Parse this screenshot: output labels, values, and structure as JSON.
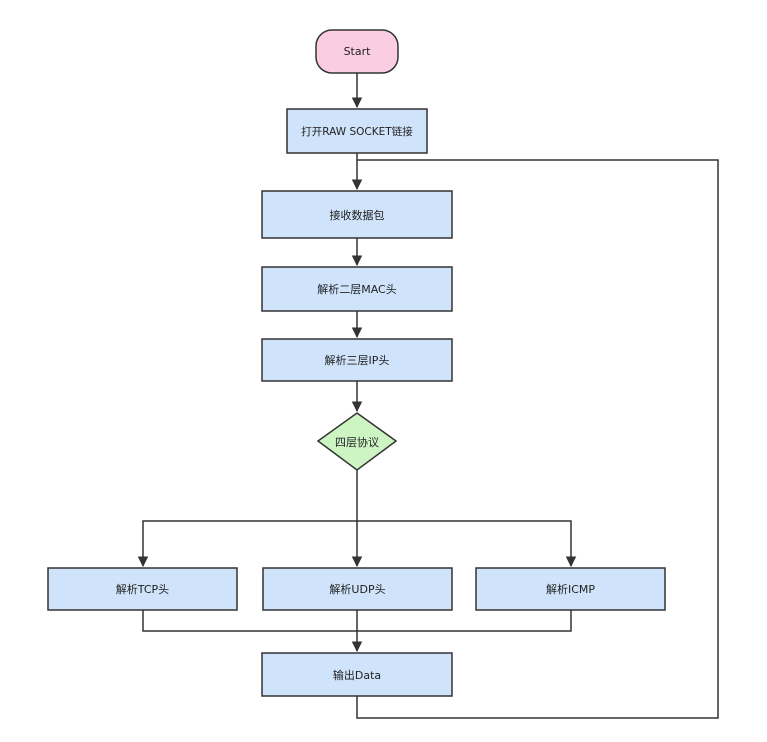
{
  "flowchart": {
    "start": "Start",
    "open_socket": "打开RAW SOCKET链接",
    "receive_packet": "接收数据包",
    "parse_mac": "解析二层MAC头",
    "parse_ip": "解析三层IP头",
    "decision_l4": "四层协议",
    "parse_tcp": "解析TCP头",
    "parse_udp": "解析UDP头",
    "parse_icmp": "解析ICMP",
    "output": "输出Data"
  },
  "colors": {
    "start_fill": "#fbcde2",
    "process_fill": "#cfe3fa",
    "decision_fill": "#cdf5c4",
    "stroke": "#333333"
  }
}
